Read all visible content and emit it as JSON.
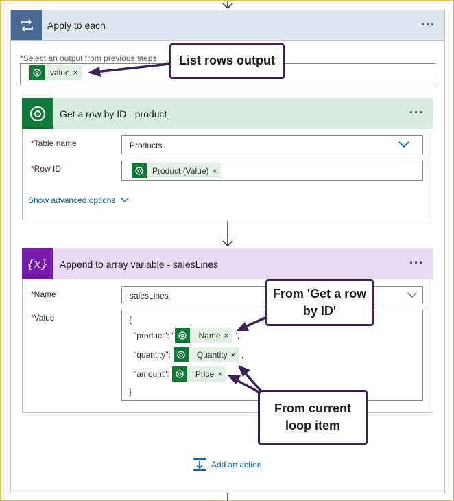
{
  "apply_to_each": {
    "title": "Apply to each",
    "more_label": "···",
    "select_label": "Select an output from previous steps",
    "required_mark": "*",
    "token": {
      "label": "value",
      "remove": "×"
    }
  },
  "get_row": {
    "title": "Get a row by ID - product",
    "more_label": "···",
    "table_name_label": "Table name",
    "table_name_value": "Products",
    "row_id_label": "Row ID",
    "row_id_token": {
      "label": "Product (Value)",
      "remove": "×"
    },
    "advanced_link": "Show advanced options"
  },
  "append": {
    "title": "Append to array variable - salesLines",
    "more_label": "···",
    "icon_text": "{x}",
    "name_label": "Name",
    "name_value": "salesLines",
    "value_label": "Value",
    "json": {
      "open": "{",
      "close": "}",
      "product_key": "\"product\": \"",
      "product_suffix": "\",",
      "product_token": {
        "label": "Name",
        "remove": "×"
      },
      "quantity_key": "\"quantity\":",
      "quantity_suffix": ",",
      "quantity_token": {
        "label": "Quantity",
        "remove": "×"
      },
      "amount_key": "\"amount\":",
      "amount_token": {
        "label": "Price",
        "remove": "×"
      }
    }
  },
  "add_action": "Add an action",
  "callouts": {
    "list_rows": "List rows output",
    "from_get_row": "From 'Get a row by ID'",
    "from_loop": "From current loop item"
  },
  "colors": {
    "loop_header": "#486991",
    "dataverse": "#0f7938",
    "variable": "#7719aa",
    "callout_border": "#3b2453",
    "link": "#0062ad"
  }
}
